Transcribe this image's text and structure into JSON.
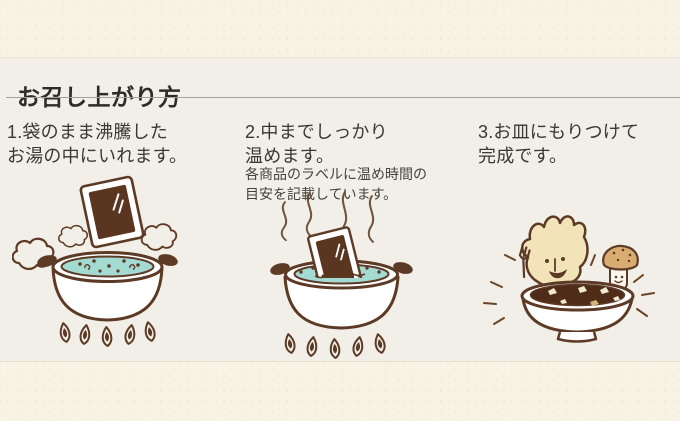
{
  "title": "お召し上がり方",
  "steps": [
    {
      "text": "1.袋のまま沸騰した\nお湯の中にいれます。"
    },
    {
      "text": "2.中までしっかり\n温めます。",
      "note": "各商品のラベルに温め時間の\n目安を記載しています。"
    },
    {
      "text": "3.お皿にもりつけて\n完成です。"
    }
  ],
  "illustrations": [
    {
      "icon": "pouch-dropped-into-boiling-pot-icon"
    },
    {
      "icon": "pouch-heating-in-pot-with-steam-icon"
    },
    {
      "icon": "curry-bowl-with-characters-icon"
    }
  ],
  "colors": {
    "background": "#f8f3e4",
    "panel": "#f1efe7",
    "heading_text": "#2e2c29",
    "body_text": "#3a3833",
    "line_brown": "#5d3a25",
    "water_teal": "#a3dad2",
    "pouch_brown": "#5a351f",
    "curry_brown": "#4e2c17",
    "character_cream": "#f3e3b8",
    "mushroom_tan": "#d9ad72",
    "divider": "#a3a095"
  }
}
